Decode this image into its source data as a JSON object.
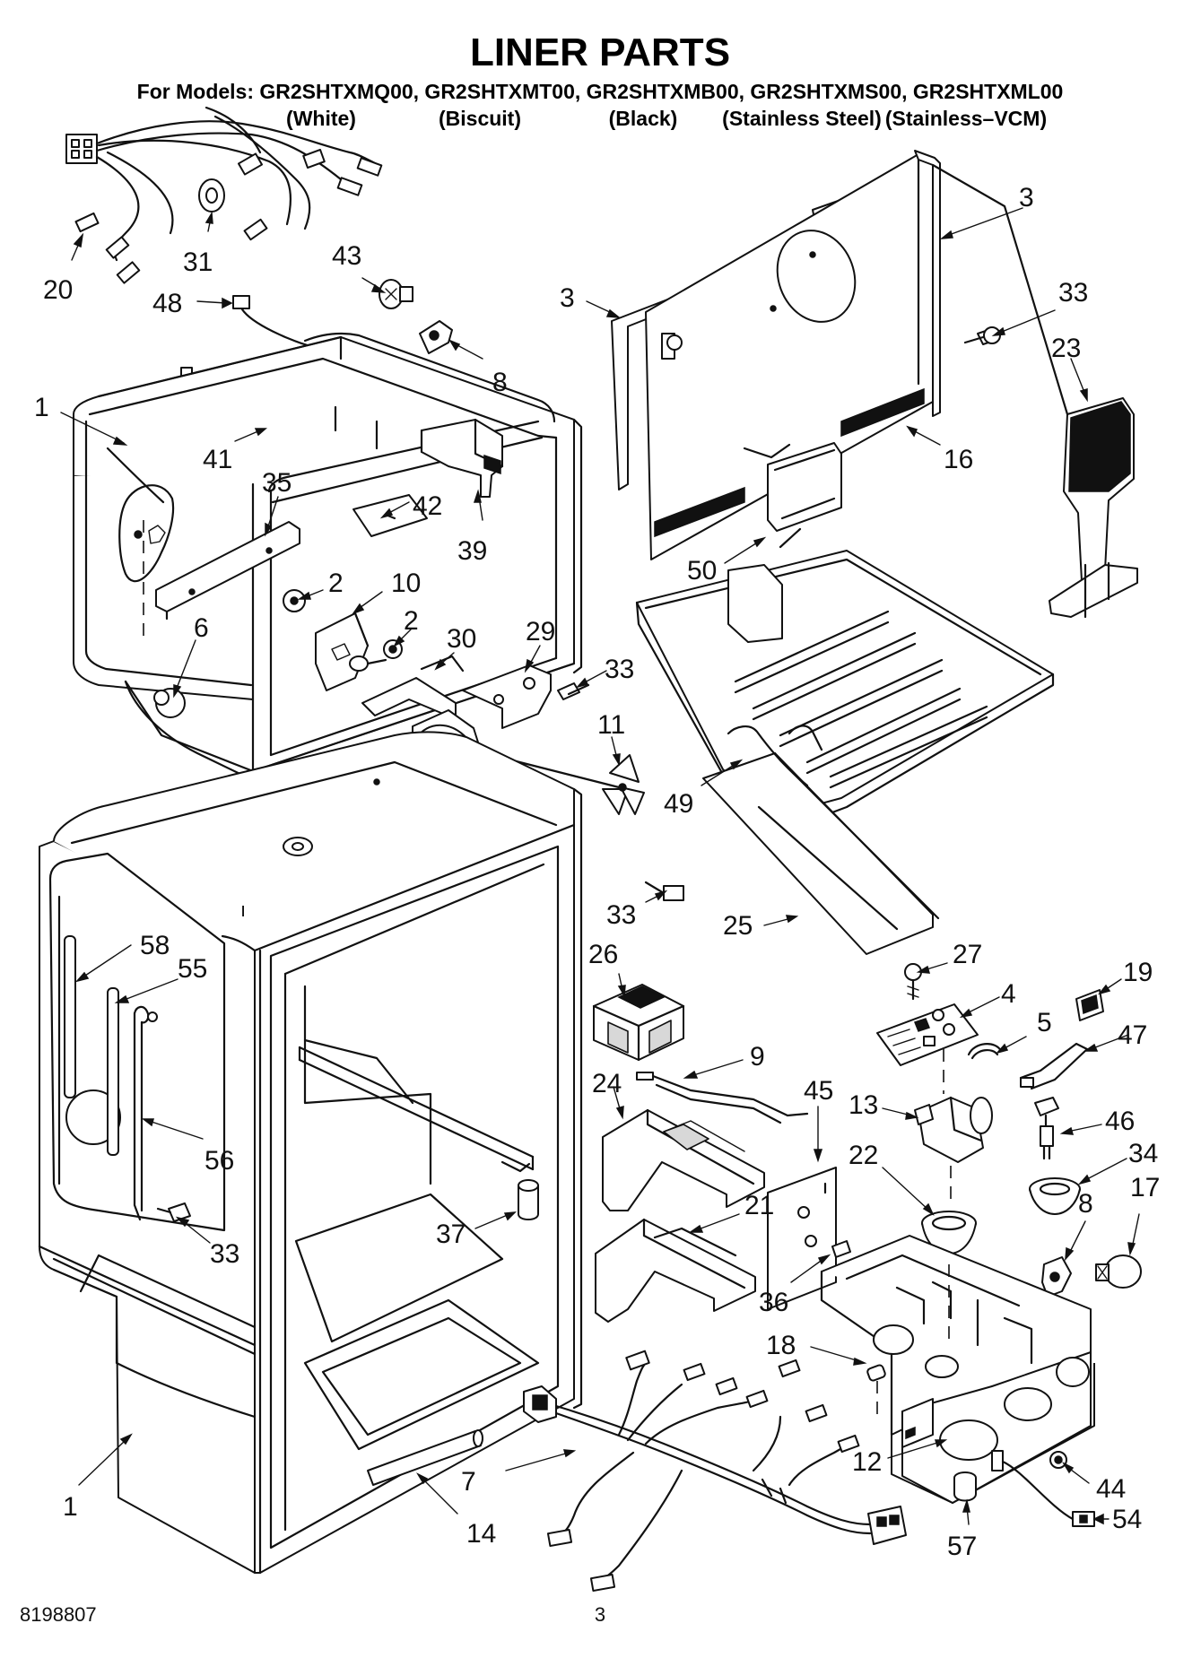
{
  "header": {
    "title": "LINER PARTS",
    "models_line": "For Models: GR2SHTXMQ00, GR2SHTXMT00, GR2SHTXMB00, GR2SHTXMS00, GR2SHTXML00",
    "colors": [
      "(White)",
      "(Biscuit)",
      "(Black)",
      "(Stainless Steel)",
      "(Stainless–VCM)"
    ]
  },
  "footer": {
    "doc_number": "8198807",
    "page_number": "3"
  },
  "callouts": [
    "20",
    "31",
    "48",
    "43",
    "8",
    "1",
    "41",
    "35",
    "42",
    "39",
    "2",
    "10",
    "6",
    "2",
    "30",
    "29",
    "33",
    "3",
    "3",
    "33",
    "23",
    "16",
    "50",
    "49",
    "11",
    "33",
    "25",
    "58",
    "55",
    "56",
    "33",
    "37",
    "26",
    "27",
    "4",
    "19",
    "5",
    "47",
    "9",
    "24",
    "45",
    "13",
    "46",
    "34",
    "22",
    "8",
    "17",
    "21",
    "36",
    "18",
    "12",
    "7",
    "14",
    "1",
    "44",
    "54",
    "57"
  ]
}
